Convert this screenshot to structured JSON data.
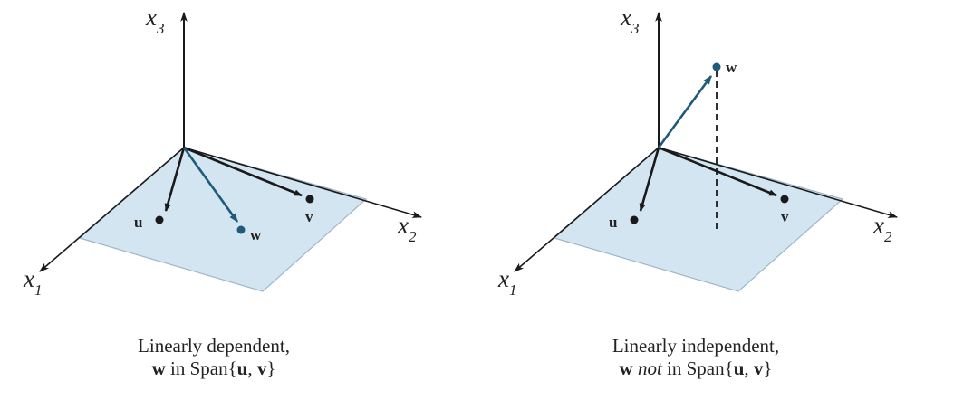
{
  "colors": {
    "plane_fill": "#d3e5f1",
    "plane_edge": "#9fb6c8",
    "axis": "#1a1a1a",
    "vector_dark": "#1a1a1a",
    "vector_blue": "#1e5b7a"
  },
  "panels": [
    {
      "id": "left",
      "axis_labels": {
        "x1": "x",
        "x1_sub": "1",
        "x2": "x",
        "x2_sub": "2",
        "x3": "x",
        "x3_sub": "3"
      },
      "vectors": {
        "u": "u",
        "v": "v",
        "w": "w"
      },
      "caption": {
        "line1": "Linearly dependent,",
        "line2_bold": "w",
        "line2_italic": "",
        "line2_rest": " in Span{",
        "line2_u": "u",
        "line2_sep": ", ",
        "line2_v": "v",
        "line2_end": "}"
      }
    },
    {
      "id": "right",
      "axis_labels": {
        "x1": "x",
        "x1_sub": "1",
        "x2": "x",
        "x2_sub": "2",
        "x3": "x",
        "x3_sub": "3"
      },
      "vectors": {
        "u": "u",
        "v": "v",
        "w": "w"
      },
      "caption": {
        "line1": "Linearly independent,",
        "line2_bold": "w",
        "line2_italic": " not",
        "line2_rest": " in Span{",
        "line2_u": "u",
        "line2_sep": ", ",
        "line2_v": "v",
        "line2_end": "}"
      }
    }
  ]
}
